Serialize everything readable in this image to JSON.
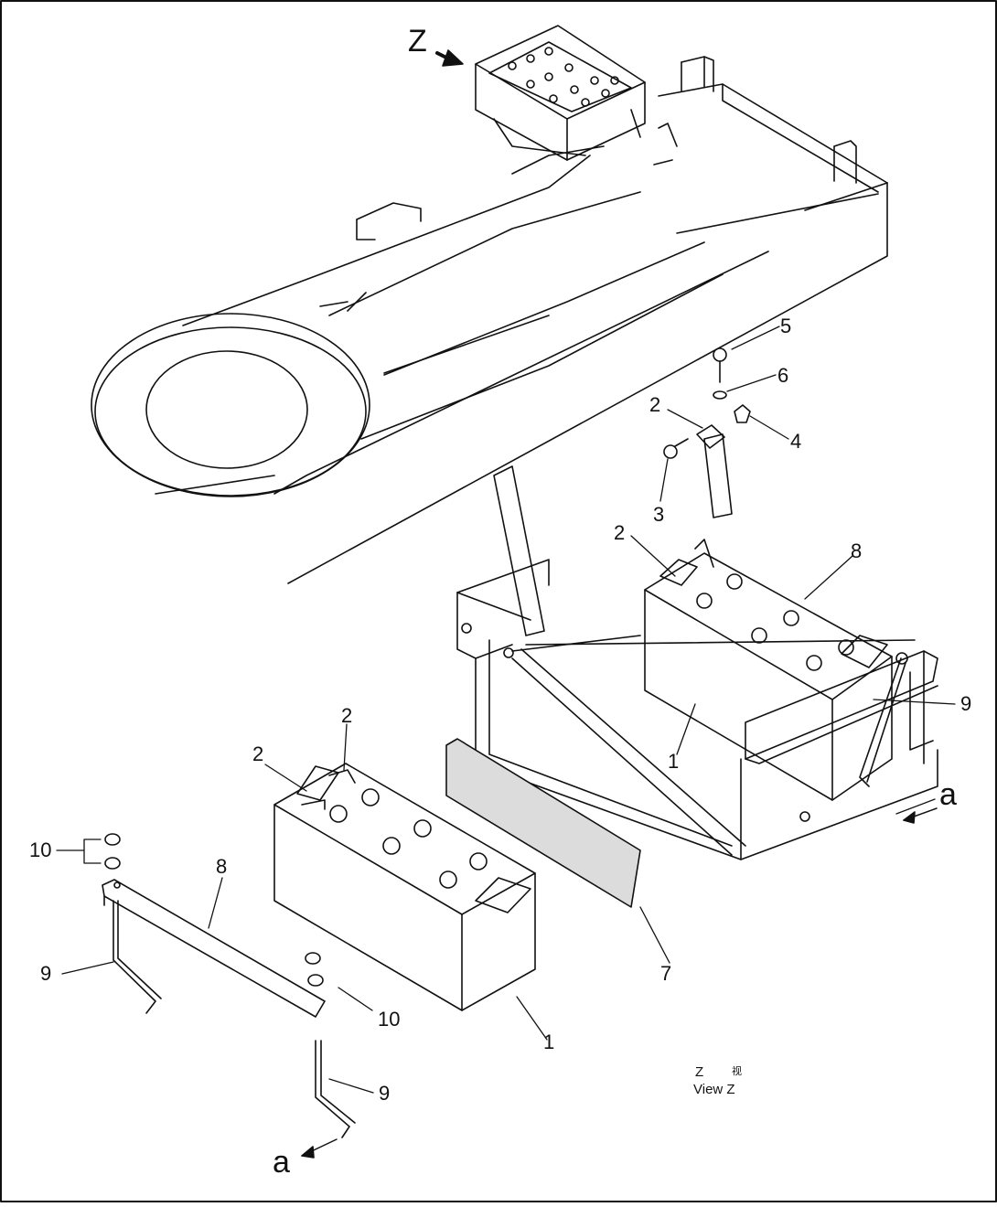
{
  "diagram": {
    "view_marker": "Z",
    "section_marker": "a",
    "caption": {
      "line1_left": "Z",
      "line1_right": "视",
      "line2": "View  Z"
    },
    "callouts": {
      "c1_top": "1",
      "c1_bottom": "1",
      "c2_upper": "2",
      "c2_mid": "2",
      "c2_low_a": "2",
      "c2_low_b": "2",
      "c3": "3",
      "c4": "4",
      "c5": "5",
      "c6": "6",
      "c7": "7",
      "c8_top": "8",
      "c8_left": "8",
      "c9_right": "9",
      "c9_left": "9",
      "c9_bottom": "9",
      "c10_left": "10",
      "c10_mid": "10"
    }
  }
}
